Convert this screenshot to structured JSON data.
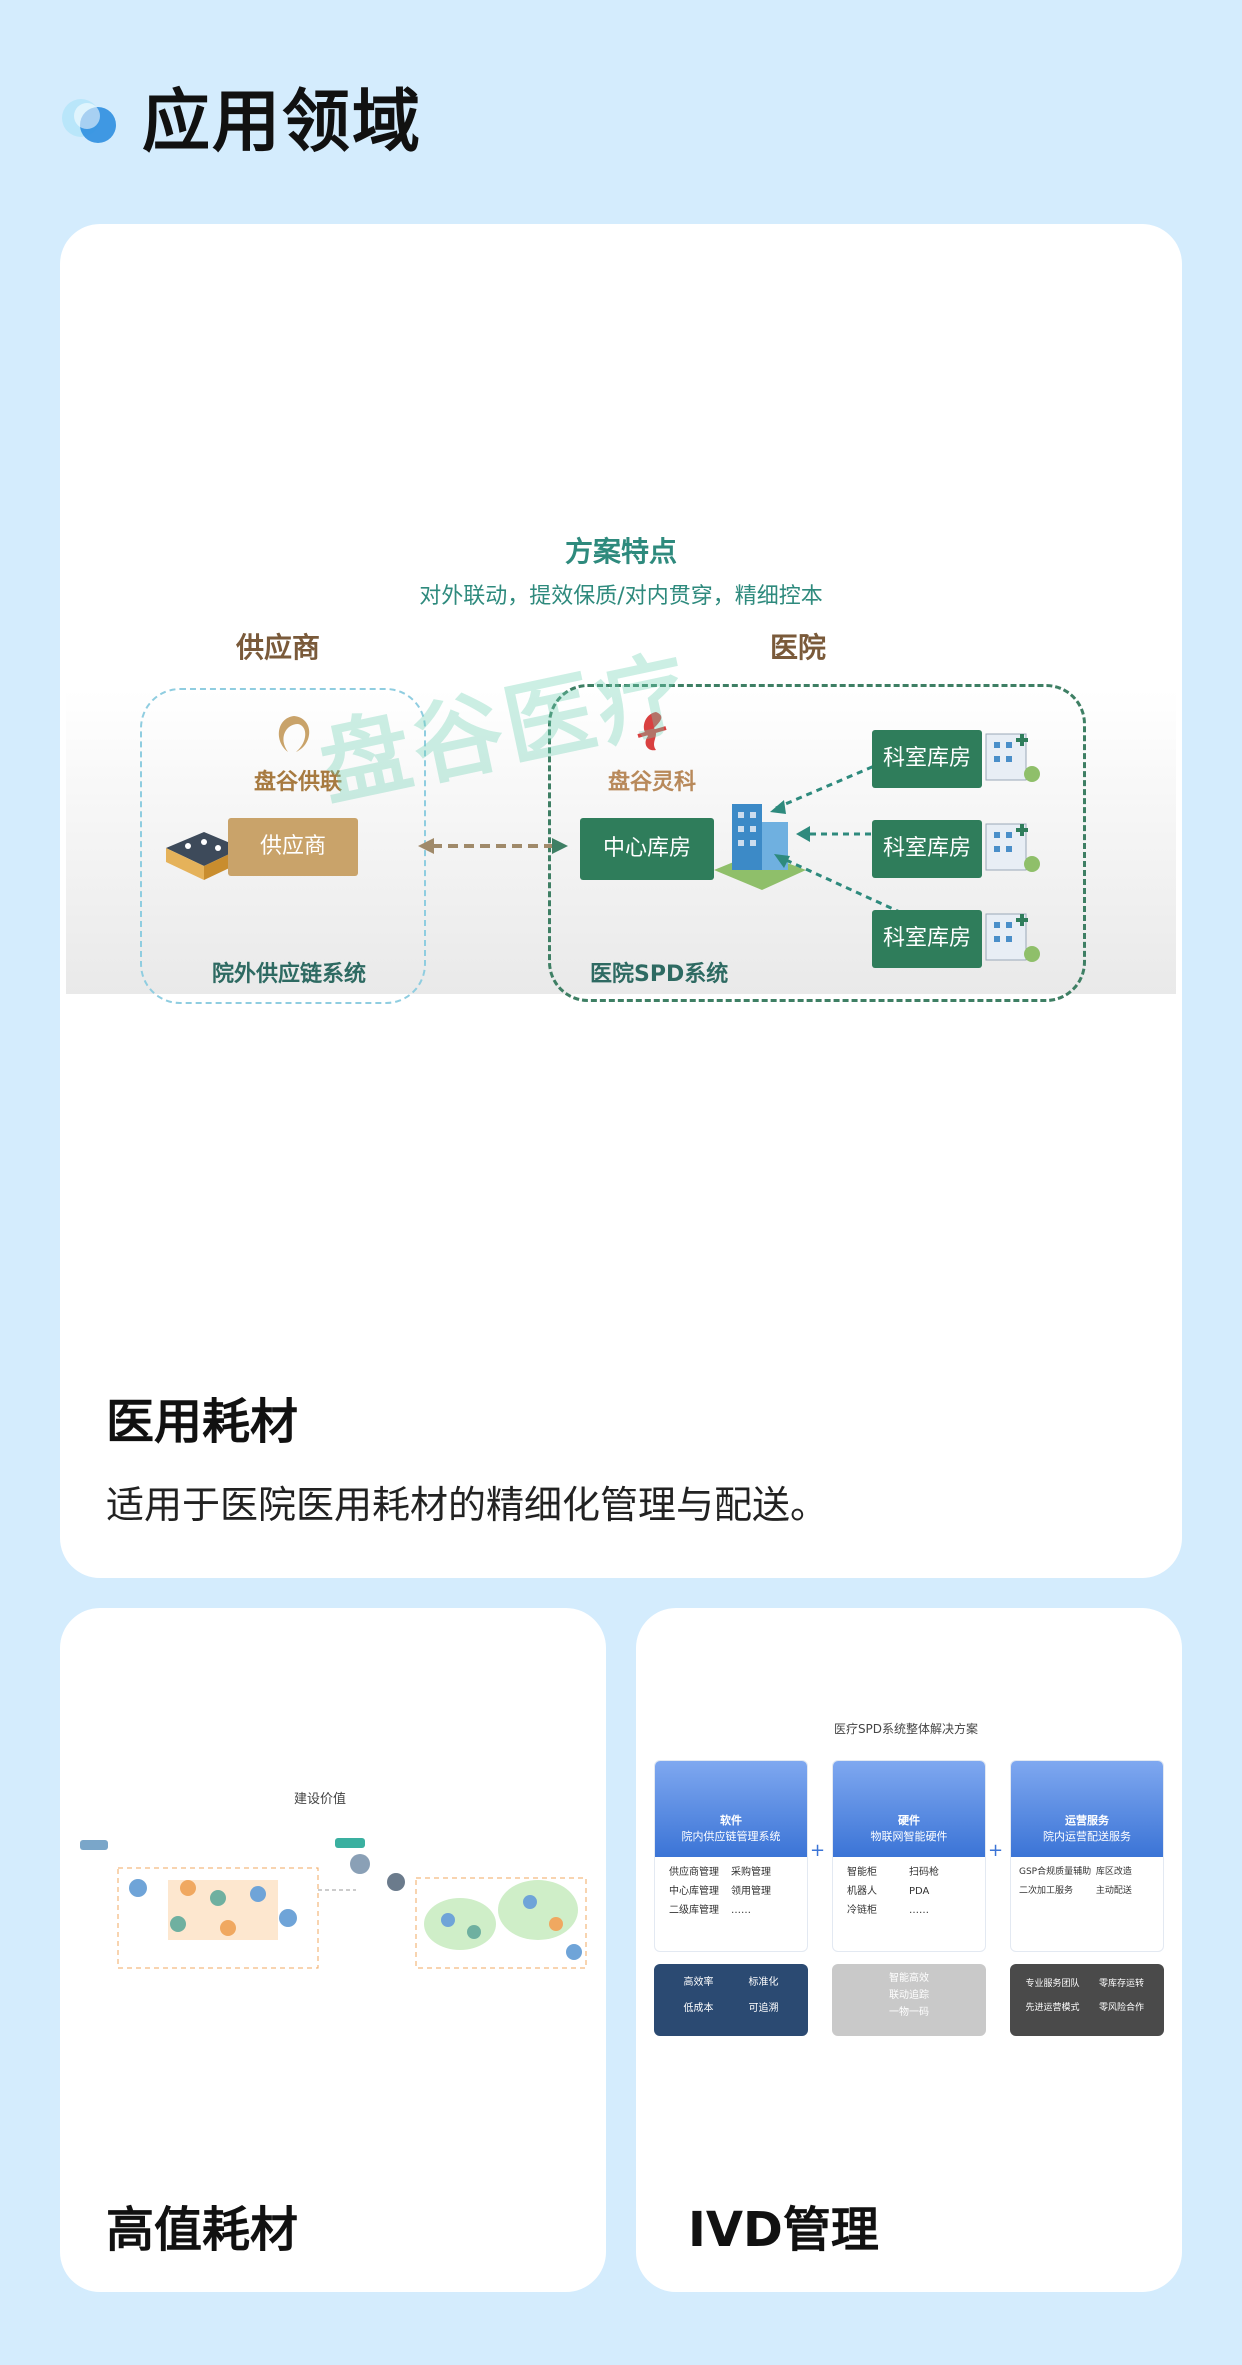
{
  "section": {
    "title": "应用领域"
  },
  "main_card": {
    "diagram": {
      "title": "方案特点",
      "subtitle": "对外联动，提效保质/对内贯穿，精细控本",
      "supplier_heading": "供应商",
      "hospital_heading": "医院",
      "supplier_brand": "盘谷供联",
      "hospital_brand": "盘谷灵科",
      "supplier_node": "供应商",
      "center_node": "中心库房",
      "dept_nodes": [
        "科室库房",
        "科室库房",
        "科室库房"
      ],
      "supplier_caption": "院外供应链系统",
      "hospital_caption": "医院SPD系统",
      "watermark": "盘谷医疗"
    },
    "title": "医用耗材",
    "description": "适用于医院医用耗材的精细化管理与配送。"
  },
  "left_card": {
    "thumb_title": "建设价值",
    "title": "高值耗材"
  },
  "right_card": {
    "thumb_title": "医疗SPD系统整体解决方案",
    "panels": [
      {
        "head1": "软件",
        "head2": "院内供应链管理系统",
        "items": [
          "供应商管理",
          "采购管理",
          "中心库管理",
          "领用管理",
          "二级库管理",
          "……"
        ]
      },
      {
        "head1": "硬件",
        "head2": "物联网智能硬件",
        "items": [
          "智能柜",
          "扫码枪",
          "机器人",
          "PDA",
          "冷链柜",
          "……"
        ]
      },
      {
        "head1": "运营服务",
        "head2": "院内运营配送服务",
        "items": [
          "GSP合规质量辅助",
          "库区改造",
          "二次加工服务",
          "主动配送"
        ]
      }
    ],
    "photos": [
      {
        "l1": "高效率",
        "r1": "标准化",
        "l2": "低成本",
        "r2": "可追溯"
      },
      {
        "c1": "智能高效",
        "c2": "联动追踪",
        "c3": "一物一码"
      },
      {
        "l1": "专业服务团队",
        "r1": "零库存运转",
        "l2": "先进运营模式",
        "r2": "零风险合作"
      }
    ],
    "title": "IVD管理"
  },
  "colors": {
    "background": "#d4ecfd",
    "accent_green": "#2f7d5b",
    "accent_blue": "#3b74d6",
    "gold": "#c9a36a"
  }
}
